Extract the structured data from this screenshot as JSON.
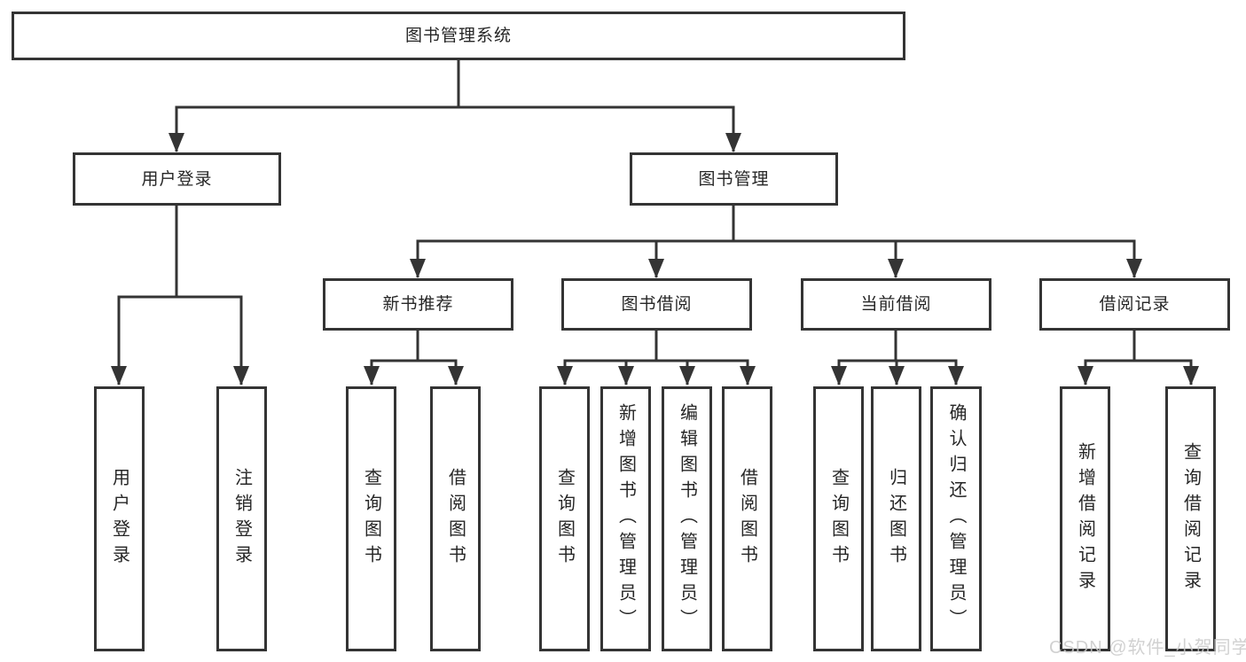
{
  "watermark": "CSDN @软件_小贺同学",
  "tree": {
    "label": "图书管理系统",
    "children": [
      {
        "label": "用户登录",
        "children": [
          {
            "label": "用户登录"
          },
          {
            "label": "注销登录"
          }
        ]
      },
      {
        "label": "图书管理",
        "children": [
          {
            "label": "新书推荐",
            "children": [
              {
                "label": "查询图书"
              },
              {
                "label": "借阅图书"
              }
            ]
          },
          {
            "label": "图书借阅",
            "children": [
              {
                "label": "查询图书"
              },
              {
                "label": "新增图书（管理员）"
              },
              {
                "label": "编辑图书（管理员）"
              },
              {
                "label": "借阅图书"
              }
            ]
          },
          {
            "label": "当前借阅",
            "children": [
              {
                "label": "查询图书"
              },
              {
                "label": "归还图书"
              },
              {
                "label": "确认归还（管理员）"
              }
            ]
          },
          {
            "label": "借阅记录",
            "children": [
              {
                "label": "新增借阅记录"
              },
              {
                "label": "查询借阅记录"
              }
            ]
          }
        ]
      }
    ]
  }
}
